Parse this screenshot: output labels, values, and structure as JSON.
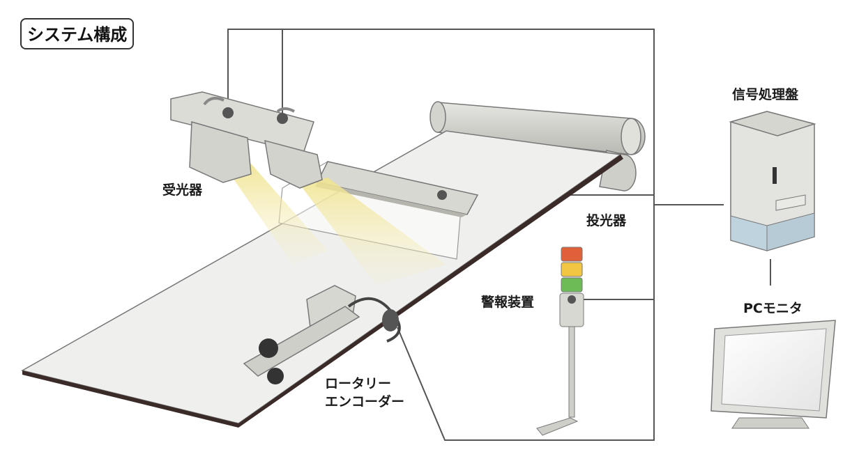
{
  "title": "システム構成",
  "labels": {
    "receiver": "受光器",
    "projector": "投光器",
    "alarm": "警報装置",
    "encoder_line1": "ロータリー",
    "encoder_line2": "エンコーダー",
    "signal_panel": "信号処理盤",
    "monitor": "PCモニタ"
  },
  "colors": {
    "line": "#555555",
    "equipment": "#d8d8d2",
    "sheet": "#f0f0f0",
    "light_beam": "#f3e9a0",
    "lamp_red": "#e0603a",
    "lamp_yellow": "#f2c643",
    "lamp_green": "#6dbb57",
    "panel_base": "#bfd3df"
  }
}
